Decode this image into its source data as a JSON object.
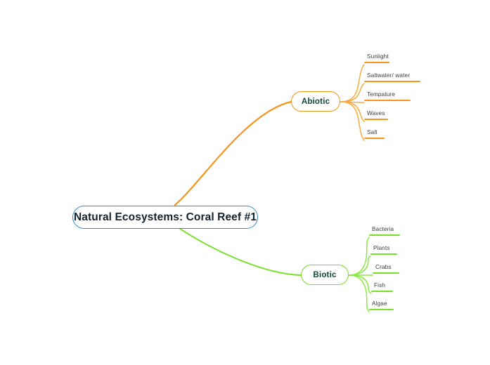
{
  "diagram": {
    "type": "mind-map",
    "background_color": "#ffffff",
    "root": {
      "label": "Natural Ecosystems: Coral Reef #1",
      "border_color": "#2e8bd0",
      "text_color": "#13212e"
    },
    "branches": [
      {
        "id": "abiotic",
        "label": "Abiotic",
        "color": "#f7941e",
        "text_color": "#11463a",
        "leaves": [
          {
            "label": "Sunlight",
            "underline_width": 36
          },
          {
            "label": "Saltwater/ water",
            "underline_width": 80
          },
          {
            "label": "Tempature",
            "underline_width": 66
          },
          {
            "label": "Waves",
            "underline_width": 34
          },
          {
            "label": "Salt",
            "underline_width": 29
          }
        ]
      },
      {
        "id": "biotic",
        "label": "Biotic",
        "color": "#76e028",
        "text_color": "#11463a",
        "leaves": [
          {
            "label": "Bacteria",
            "underline_width": 44
          },
          {
            "label": "Plants",
            "underline_width": 38
          },
          {
            "label": "Crabs",
            "underline_width": 38
          },
          {
            "label": "Fish",
            "underline_width": 31
          },
          {
            "label": "Algae",
            "underline_width": 35
          }
        ]
      }
    ]
  }
}
